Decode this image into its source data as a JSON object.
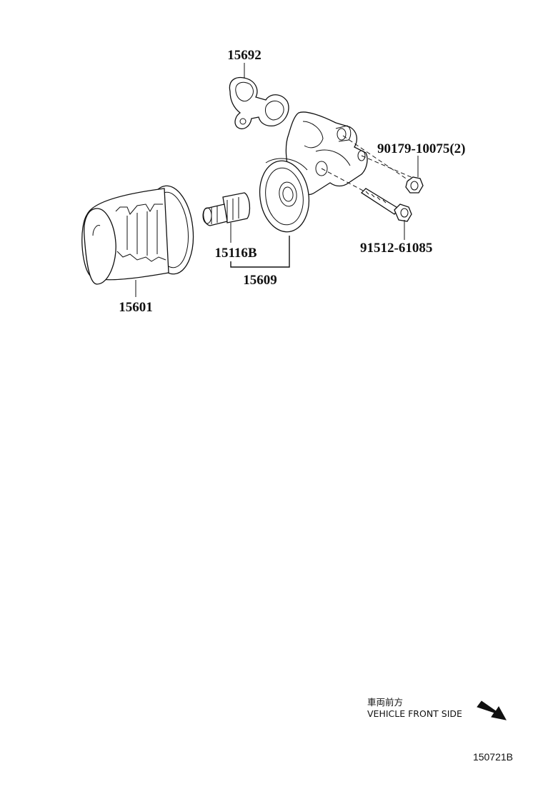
{
  "parts": [
    {
      "number": "15692",
      "icon": "gasket-icon"
    },
    {
      "number": "90179-10075(2)",
      "icon": "nut-icon"
    },
    {
      "number": "91512-61085",
      "icon": "bolt-icon"
    },
    {
      "number": "15116B",
      "icon": "valve-icon"
    },
    {
      "number": "15609",
      "icon": "oil-filter-bracket-icon"
    },
    {
      "number": "15601",
      "icon": "oil-filter-icon"
    }
  ],
  "direction_note": {
    "japanese": "車両前方",
    "english": "VEHICLE FRONT SIDE",
    "icon": "arrow-icon"
  },
  "figure_ref": "150721B"
}
